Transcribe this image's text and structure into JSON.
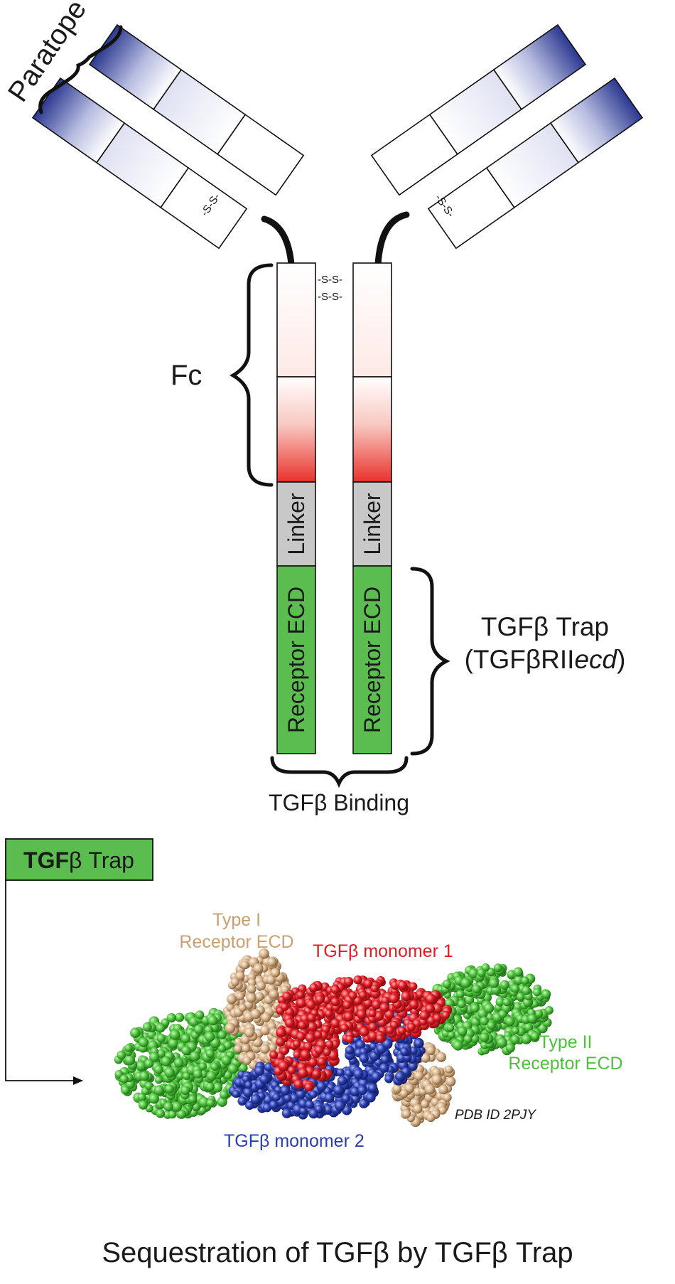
{
  "labels": {
    "paratope": "Paratope",
    "fc": "Fc",
    "disulfide": "-S-S-",
    "disulfide_arm_left": "-S-S-",
    "disulfide_arm_right": "-S-S-",
    "linker": "Linker",
    "receptor_ecd": "Receptor ECD",
    "trap_title": "TGFβ Trap",
    "trap_subtitle_prefix": "(TGFβRII",
    "trap_subtitle_italic": "ecd",
    "trap_subtitle_suffix": ")",
    "tgfb_binding": "TGFβ Binding"
  },
  "legend_box": {
    "bold": "TGF",
    "rest": "β Trap"
  },
  "structure": {
    "type1_line1": "Type I",
    "type1_line2": "Receptor ECD",
    "monomer1": "TGFβ monomer 1",
    "monomer2": "TGFβ monomer 2",
    "type2_line1": "Type II",
    "type2_line2": "Receptor ECD",
    "pdb": "PDB ID 2PJY"
  },
  "caption": "Sequestration of TGFβ by TGFβ Trap",
  "colors": {
    "fab_blue": "#2b3990",
    "fc_red": "#e8322b",
    "linker_gray": "#c8c8c8",
    "receptor_green": "#5bbd4f",
    "type1_tan": "#d7b48e",
    "monomer1_red": "#e01b24",
    "monomer2_blue": "#2a3eb1",
    "type2_green": "#4cc23a"
  }
}
